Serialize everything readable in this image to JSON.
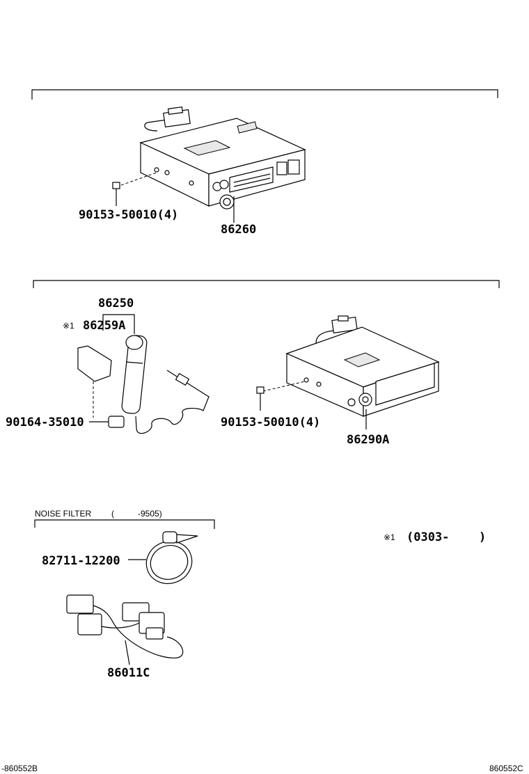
{
  "parts": {
    "radio_cassette": {
      "screw": "90153-50010(4)",
      "unit": "86260"
    },
    "cb_radio": {
      "group": "86250",
      "mark": "※1",
      "mic_hanger": "86259A",
      "hanger_screw": "90164-35010",
      "screw": "90153-50010(4)",
      "unit": "86290A"
    },
    "noise_filter": {
      "title": "NOISE FILTER",
      "range_open": "(",
      "range_end": "-9505)",
      "filter_part": "82711-12200",
      "harness": "86011C"
    }
  },
  "note": {
    "mark": "※1",
    "range": "(0303-",
    "close": ")"
  },
  "footer": {
    "left_ref": "-860552B",
    "right_ref": "860552C"
  }
}
